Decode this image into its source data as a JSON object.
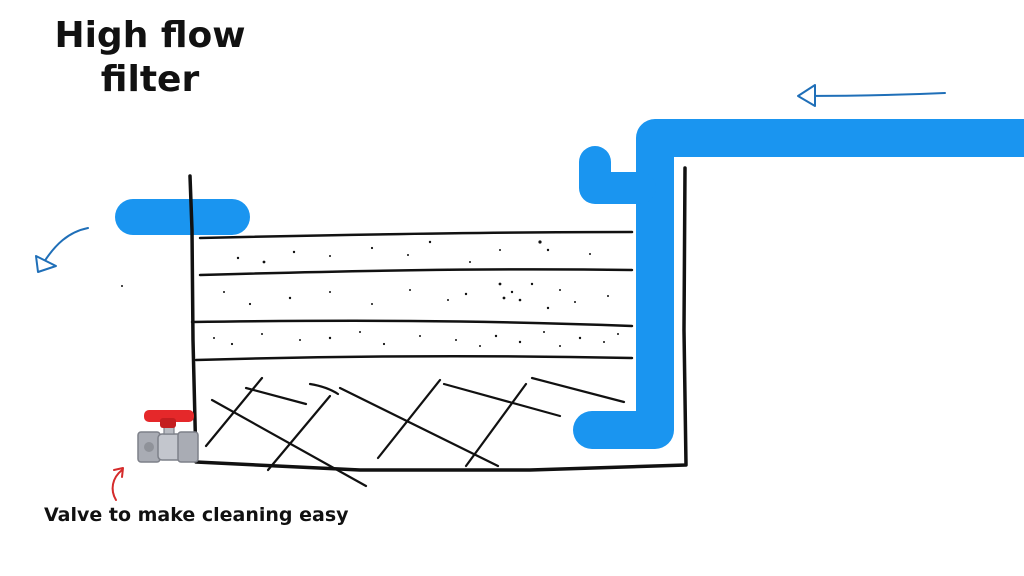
{
  "diagram": {
    "title_line1": "High flow",
    "title_line2": "filter",
    "valve_caption": "Valve to make cleaning easy"
  },
  "colors": {
    "pipe": "#1a95f0",
    "ink": "#111111",
    "arrow_blue": "#1f6fb8",
    "arrow_red": "#d52b2b",
    "valve_red": "#e5282a",
    "valve_grey": "#b9bcc4"
  },
  "icons": {
    "inlet_arrow": "arrow-left-icon",
    "outlet_arrow": "arrow-down-left-icon",
    "valve": "ball-valve-icon",
    "pointer": "curved-arrow-up-icon"
  }
}
